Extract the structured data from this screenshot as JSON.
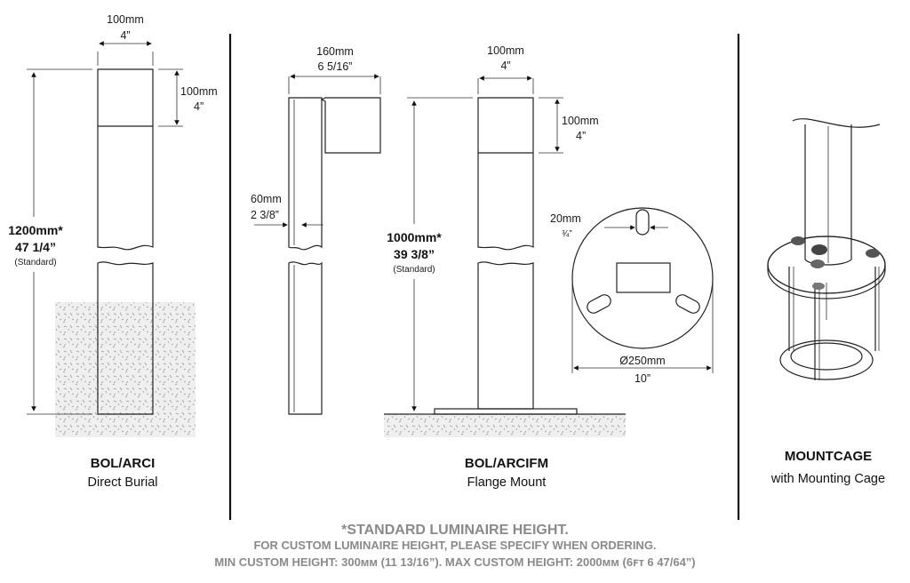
{
  "arci": {
    "width_mm": "100mm",
    "width_in": "4”",
    "head_mm": "100mm",
    "head_in": "4”",
    "height_mm": "1200mm*",
    "height_in": "47 1/4”",
    "height_note": "(Standard)",
    "title": "BOL/ARCI",
    "subtitle": "Direct Burial"
  },
  "side": {
    "width_mm": "160mm",
    "width_in": "6 5/16”",
    "depth_mm": "60mm",
    "depth_in": "2 3/8”"
  },
  "arcifm": {
    "width_mm": "100mm",
    "width_in": "4”",
    "head_mm": "100mm",
    "head_in": "4”",
    "height_mm": "1000mm*",
    "height_in": "39 3/8”",
    "height_note": "(Standard)",
    "slot_mm": "20mm",
    "slot_in": "¾”",
    "plate_mm": "Ø250mm",
    "plate_in": "10”",
    "title": "BOL/ARCIFM",
    "subtitle": "Flange Mount"
  },
  "mountcage": {
    "title": "MOUNTCAGE",
    "subtitle": "with Mounting Cage"
  },
  "footer": {
    "line1": "*STANDARD LUMINAIRE  HEIGHT.",
    "line2": "FOR CUSTOM LUMINAIRE  HEIGHT, PLEASE SPECIFY WHEN ORDERING.",
    "line3": "MIN CUSTOM HEIGHT: 300ᴍᴍ (11 13/16”). MAX CUSTOM HEIGHT: 2000ᴍᴍ (6ꜰᴛ 6 47/64”)"
  }
}
